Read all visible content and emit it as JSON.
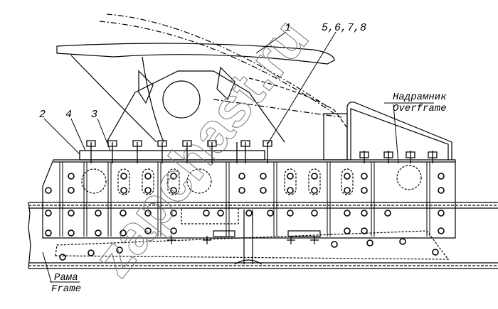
{
  "drawing": {
    "callouts": {
      "item_1": "1",
      "items_5_8": "5,6,7,8",
      "item_2": "2",
      "item_4": "4",
      "item_3": "3"
    },
    "overframe_label_ru": "Надрамник",
    "overframe_label_en": "Overframe",
    "frame_label_ru": "Рама",
    "frame_label_en": "Frame",
    "watermark": "zapchast.ru"
  }
}
